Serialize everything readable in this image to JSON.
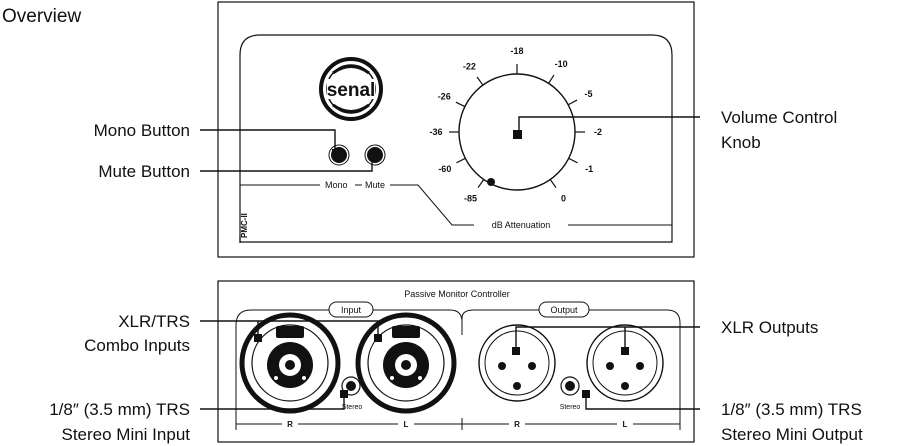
{
  "title": "Overview",
  "callouts": {
    "mono_button": "Mono Button",
    "mute_button": "Mute Button",
    "volume_line1": "Volume Control",
    "volume_line2": "Knob",
    "xlr_combo_line1": "XLR/TRS",
    "xlr_combo_line2": "Combo Inputs",
    "xlr_outputs": "XLR Outputs",
    "mini_input_line1": "1/8″ (3.5 mm) TRS",
    "mini_input_line2": "Stereo Mini Input",
    "mini_output_line1": "1/8″ (3.5 mm) TRS",
    "mini_output_line2": "Stereo Mini Output"
  },
  "top_panel": {
    "logo": "senal",
    "model": "PMC-II",
    "mono_label": "Mono",
    "mute_label": "Mute",
    "attenuation_label": "dB Attenuation",
    "scale": [
      "-85",
      "-60",
      "-36",
      "-26",
      "-22",
      "-18",
      "-10",
      "-5",
      "-2",
      "-1",
      "0"
    ]
  },
  "bottom_panel": {
    "title": "Passive Monitor Controller",
    "input_label": "Input",
    "output_label": "Output",
    "stereo_in_label": "Stereo",
    "stereo_out_label": "Stereo",
    "channel_letters": [
      "R",
      "L",
      "R",
      "L"
    ]
  }
}
